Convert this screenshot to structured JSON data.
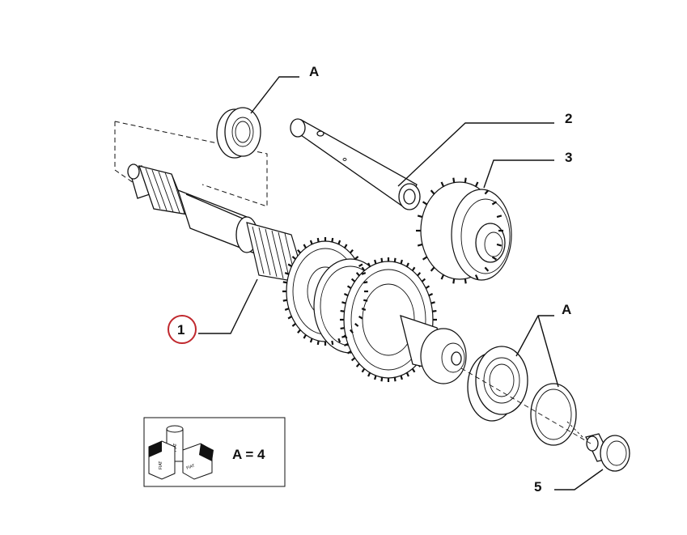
{
  "callouts": {
    "shaft": "1",
    "pin": "2",
    "gear": "3",
    "bearing_top": "A",
    "bearing_bottom": "A",
    "bolt": "5"
  },
  "kit_box": {
    "label": "A = 4",
    "icon_texts": [
      "FIAT",
      "FIAT",
      "FIAT"
    ]
  },
  "colors": {
    "line": "#111111",
    "highlight_circle": "#c0282d"
  }
}
